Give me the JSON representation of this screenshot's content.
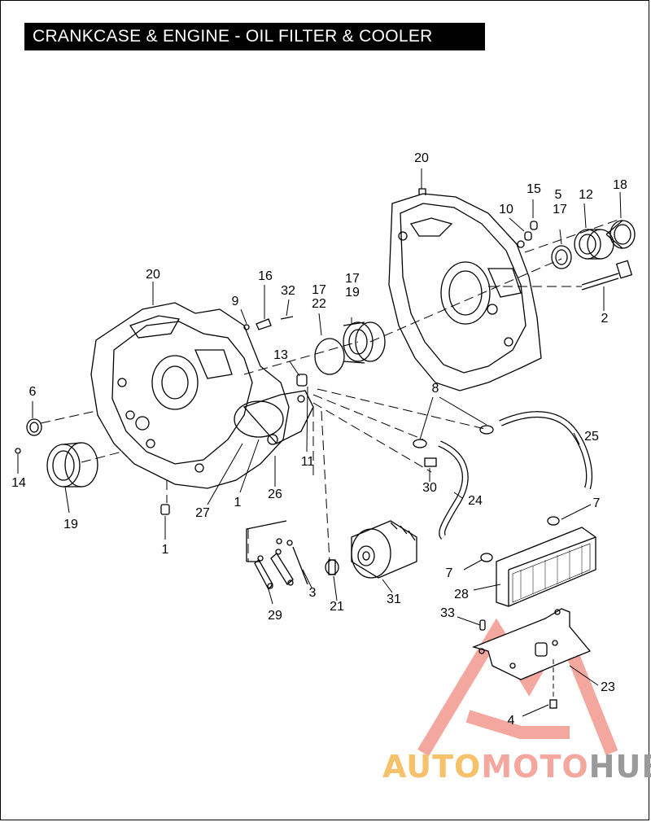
{
  "title": "CRANKCASE & ENGINE - OIL FILTER & COOLER",
  "callouts": {
    "c20_right": "20",
    "c15": "15",
    "c10": "10",
    "c5": "5",
    "c17_right": "17",
    "c12": "12",
    "c18": "18",
    "c2": "2",
    "c20_left": "20",
    "c16": "16",
    "c9": "9",
    "c32": "32",
    "c17_mid": "17",
    "c22": "22",
    "c17_mid2": "17",
    "c19_mid": "19",
    "c13": "13",
    "c6": "6",
    "c14": "14",
    "c19_left": "19",
    "c1_bottom": "1",
    "c27": "27",
    "c1_mid": "1",
    "c26": "26",
    "c11": "11",
    "c8": "8",
    "c25": "25",
    "c30": "30",
    "c24": "24",
    "c7_upper": "7",
    "c7_lower": "7",
    "c28": "28",
    "c29": "29",
    "c3": "3",
    "c21": "21",
    "c31": "31",
    "c33": "33",
    "c23": "23",
    "c4": "4"
  },
  "watermark": {
    "part1": "AUTO",
    "part2": "MOTO",
    "part3": "HUB",
    "color1": "#f5c26b",
    "color2": "#f4a79e",
    "color3": "#9a9a9a",
    "logo_color": "#f08a80"
  }
}
